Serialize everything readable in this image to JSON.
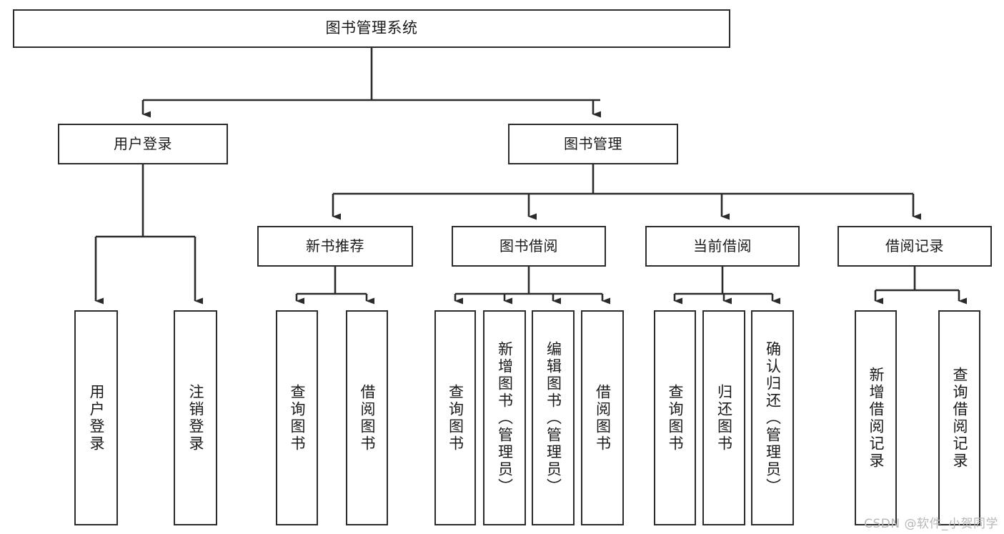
{
  "diagram": {
    "type": "tree",
    "title": "图书管理系统",
    "root": {
      "label": "图书管理系统"
    },
    "level2": {
      "user_login": "用户登录",
      "book_mgmt": "图书管理"
    },
    "level3": {
      "new_book_rec": "新书推荐",
      "book_borrow": "图书借阅",
      "current_borrow": "当前借阅",
      "borrow_record": "借阅记录"
    },
    "leaves": {
      "user_login": [
        "用户登录",
        "注销登录"
      ],
      "new_book_rec": [
        "查询图书",
        "借阅图书"
      ],
      "book_borrow": [
        "查询图书",
        "新增图书（管理员）",
        "编辑图书（管理员）",
        "借阅图书"
      ],
      "current_borrow": [
        "查询图书",
        "归还图书",
        "确认归还（管理员）"
      ],
      "borrow_record": [
        "新增借阅记录",
        "查询借阅记录"
      ]
    },
    "colors": {
      "background": "#ffffff",
      "box_fill": "#ffffff",
      "box_stroke": "#2b2b2b",
      "connector": "#2b2b2b",
      "text": "#1a1a1a",
      "watermark": "#b7b7b7"
    }
  },
  "watermark": {
    "text": "CSDN @软件_小贺同学"
  }
}
